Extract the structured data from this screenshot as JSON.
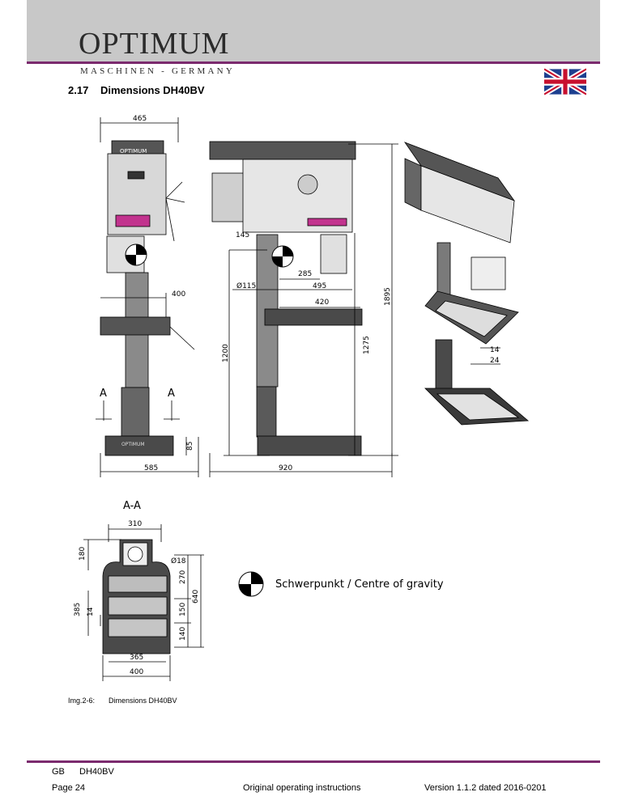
{
  "header": {
    "brand": "OPTIMUM",
    "subtitle": "MASCHINEN - GERMANY",
    "flag_icon": "union-jack-flag-icon"
  },
  "section": {
    "number": "2.17",
    "title": "Dimensions DH40BV"
  },
  "drawing": {
    "front_width": "465",
    "front_table": "400",
    "front_base_h": "85",
    "front_base_w": "585",
    "section_mark": "A",
    "side_145": "145",
    "side_285": "285",
    "side_dia115": "Ø115",
    "side_495": "495",
    "side_420": "420",
    "side_1200": "1200",
    "side_1275": "1275",
    "side_1895": "1895",
    "side_920": "920",
    "iso_14": "14",
    "iso_24": "24",
    "plan_title": "A-A",
    "plan_310": "310",
    "plan_180": "180",
    "plan_dia18": "Ø18",
    "plan_270": "270",
    "plan_640": "640",
    "plan_385": "385",
    "plan_14": "14",
    "plan_150": "150",
    "plan_140": "140",
    "plan_365": "365",
    "plan_400": "400",
    "machine_brand": "OPTIMUM"
  },
  "legend": {
    "icon": "centre-of-gravity-icon",
    "text": "Schwerpunkt / Centre of gravity"
  },
  "caption": {
    "label": "Img.2-6:",
    "text": "Dimensions DH40BV"
  },
  "footer": {
    "lang": "GB",
    "model": "DH40BV",
    "page": "Page 24",
    "doc": "Original operating instructions",
    "version": "Version 1.1.2  dated 2016-0201"
  },
  "colors": {
    "accent": "#7b2a6e",
    "header_band": "#c8c8c8",
    "machine_dark": "#4a4a4a",
    "magenta_part": "#c2338e"
  }
}
